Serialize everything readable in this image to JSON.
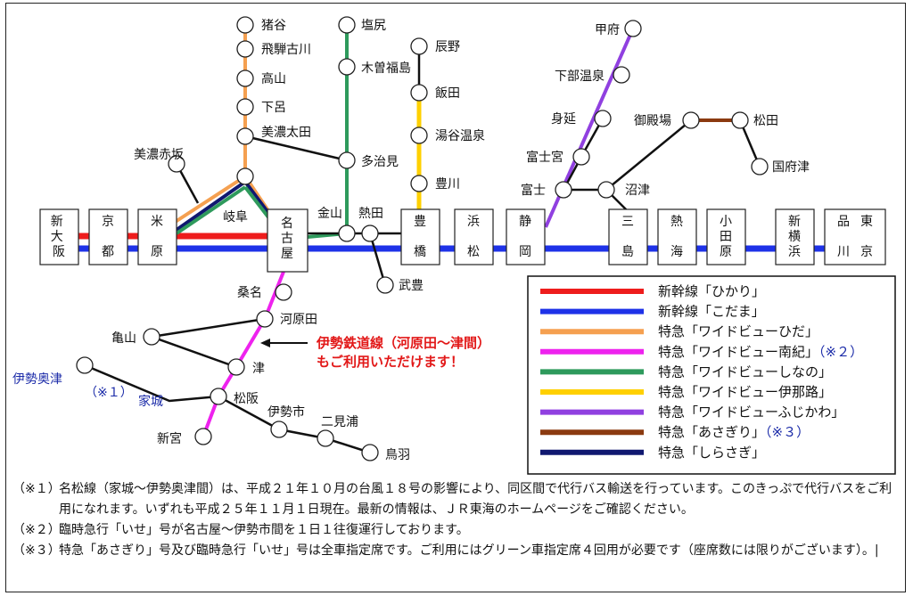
{
  "stations": {
    "inotani": "猪谷",
    "hida_furukawa": "飛騨古川",
    "takayama": "高山",
    "gero": "下呂",
    "mino_ota": "美濃太田",
    "mino_akasaka": "美濃赤坂",
    "gifu": "岐阜",
    "shiojiri": "塩尻",
    "kiso_fukushima": "木曽福島",
    "tajimi": "多治見",
    "kanayama": "金山",
    "atsuta": "熱田",
    "tatsuno": "辰野",
    "iida": "飯田",
    "yutani_onsen": "湯谷温泉",
    "toyokawa": "豊川",
    "taketoyo": "武豊",
    "kofu": "甲府",
    "shimobe_onsen": "下部温泉",
    "minobu": "身延",
    "fujinomiya": "富士宮",
    "fuji": "富士",
    "gotemba": "御殿場",
    "matsuda": "松田",
    "kozu": "国府津",
    "numazu": "沼津",
    "kuwana": "桑名",
    "kawarada": "河原田",
    "kameyama": "亀山",
    "tsu": "津",
    "ise_okitsu": "伊勢奥津",
    "ieki": "家城",
    "matsusaka": "松阪",
    "iseshi": "伊勢市",
    "futamiura": "二見浦",
    "shingu": "新宮",
    "toba": "鳥羽"
  },
  "boxes": {
    "shin_osaka": "新大阪",
    "kyoto": "京都",
    "maibara": "米原",
    "nagoya": "名古屋",
    "toyohashi": "豊橋",
    "hamamatsu": "浜松",
    "shizuoka": "静岡",
    "mishima": "三島",
    "atami": "熱海",
    "odawara": "小田原",
    "shin_yokohama": "新横浜",
    "shinagawa": "品川",
    "tokyo": "東京"
  },
  "notes_on_map": {
    "note1_mark": "（※１）",
    "ise_line_notice_1": "伊勢鉄道線（河原田～津間）",
    "ise_line_notice_2": "もご利用いただけます！"
  },
  "legend": [
    {
      "color": "#ee1c1c",
      "label": "新幹線「ひかり」",
      "note": ""
    },
    {
      "color": "#1e32e8",
      "label": "新幹線「こだま」",
      "note": ""
    },
    {
      "color": "#f5a050",
      "label": "特急「ワイドビューひだ」",
      "note": ""
    },
    {
      "color": "#ee22ee",
      "label": "特急「ワイドビュー南紀」",
      "note": "（※２）"
    },
    {
      "color": "#2e9a5c",
      "label": "特急「ワイドビューしなの」",
      "note": ""
    },
    {
      "color": "#ffd000",
      "label": "特急「ワイドビュー伊那路」",
      "note": ""
    },
    {
      "color": "#9040e0",
      "label": "特急「ワイドビューふじかわ」",
      "note": ""
    },
    {
      "color": "#8b3a10",
      "label": "特急「あさぎり」",
      "note": "（※３）"
    },
    {
      "color": "#101870",
      "label": "特急「しらさぎ」",
      "note": ""
    }
  ],
  "footnotes": [
    {
      "mark": "（※１）",
      "text": "名松線（家城～伊勢奥津間）は、平成２１年１０月の台風１８号の影響により、同区間で代行バス輸送を行っています。このきっぷで代行バスをご利用になれます。いずれも平成２５年１１月１日現在。最新の情報は、ＪＲ東海のホームページをご確認ください。"
    },
    {
      "mark": "（※２）",
      "text": "臨時急行「いせ」号が名古屋～伊勢市間を１日１往復運行しております。"
    },
    {
      "mark": "（※３）",
      "text": "特急「あさぎり」号及び臨時急行「いせ」号は全車指定席です。ご利用にはグリーン車指定席４回用が必要です（座席数には限りがございます）。|"
    }
  ]
}
